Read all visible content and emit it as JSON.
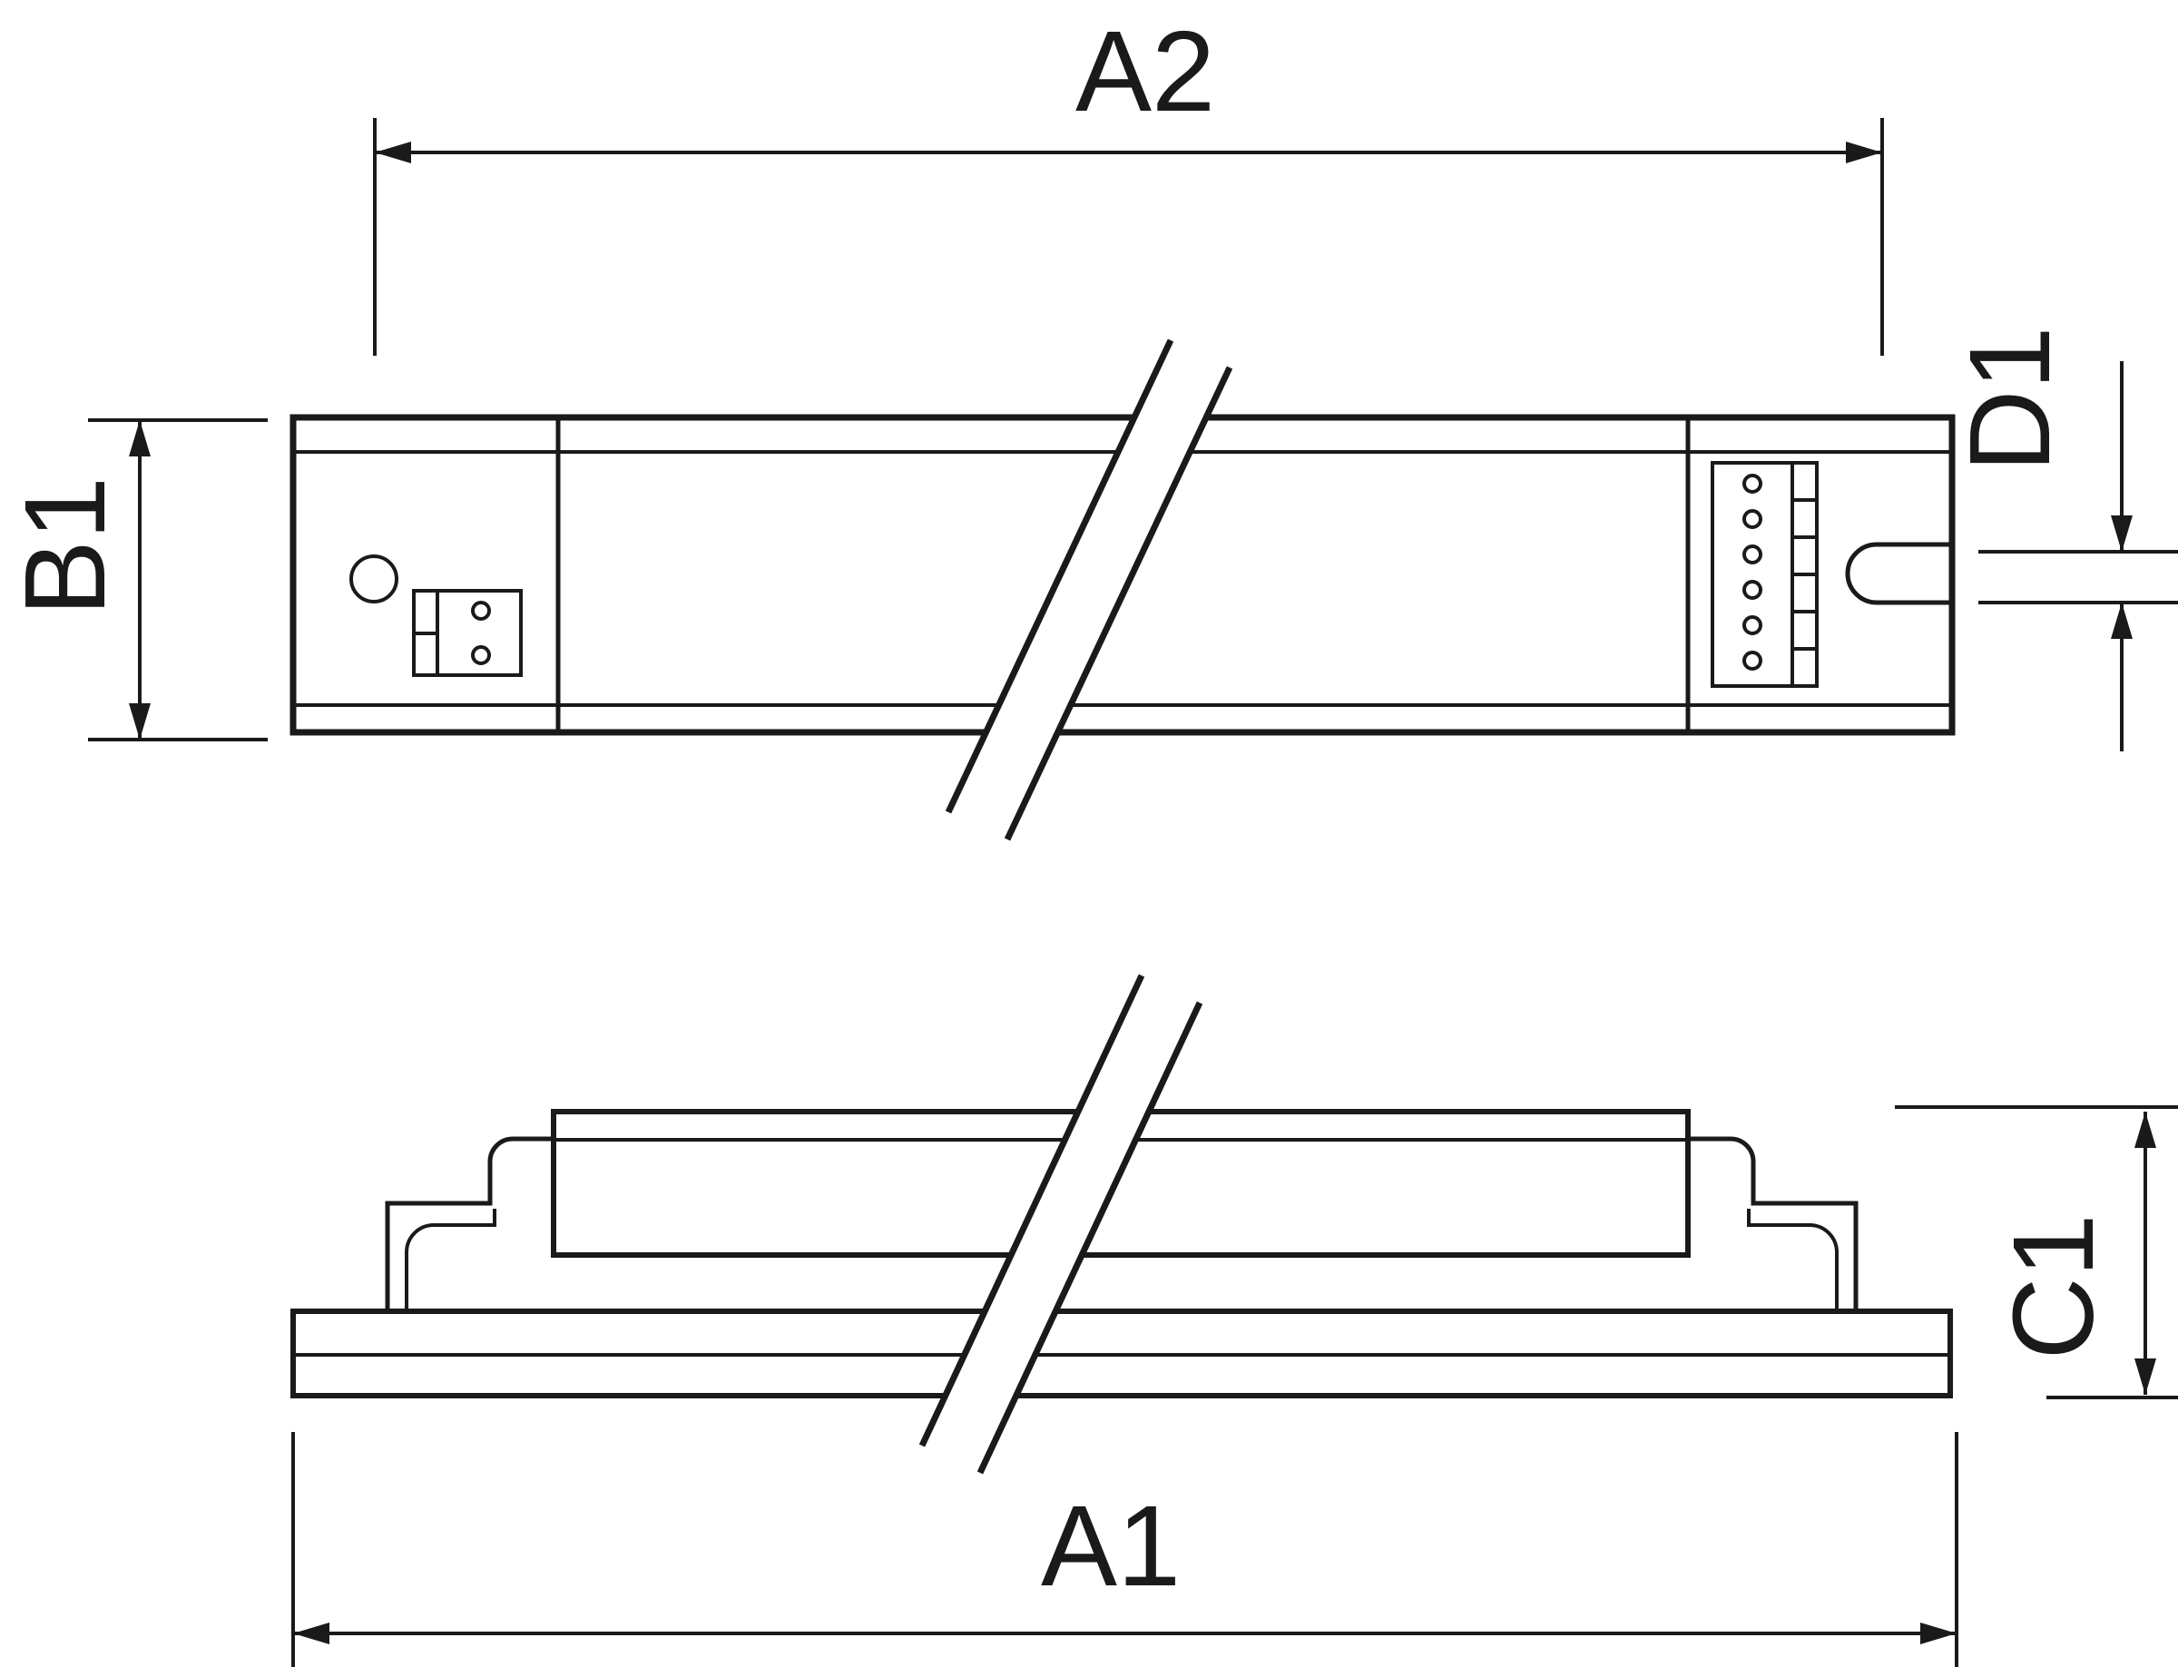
{
  "labels": {
    "a2": "A2",
    "b1": "B1",
    "d1": "D1",
    "a1": "A1",
    "c1": "C1"
  },
  "colors": {
    "line": "#1a1a1a",
    "background": "#ffffff"
  }
}
